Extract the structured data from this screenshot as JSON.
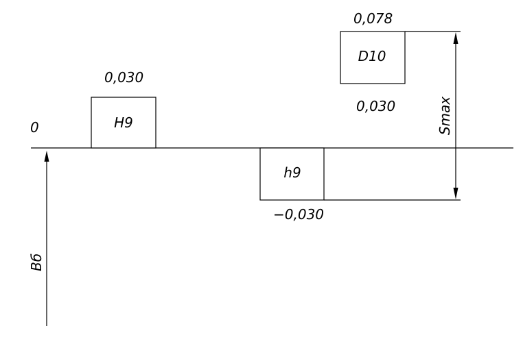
{
  "colors": {
    "line": "#000000",
    "background": "#ffffff"
  },
  "labels": {
    "zero_line": "0",
    "vertical_axis": "Вб",
    "clearance": "Smax"
  },
  "fields": {
    "H9": {
      "name": "H9",
      "upper": "0,030"
    },
    "h9": {
      "name": "h9",
      "lower": "−0,030"
    },
    "D10": {
      "name": "D10",
      "upper": "0,078",
      "lower": "0,030"
    }
  }
}
